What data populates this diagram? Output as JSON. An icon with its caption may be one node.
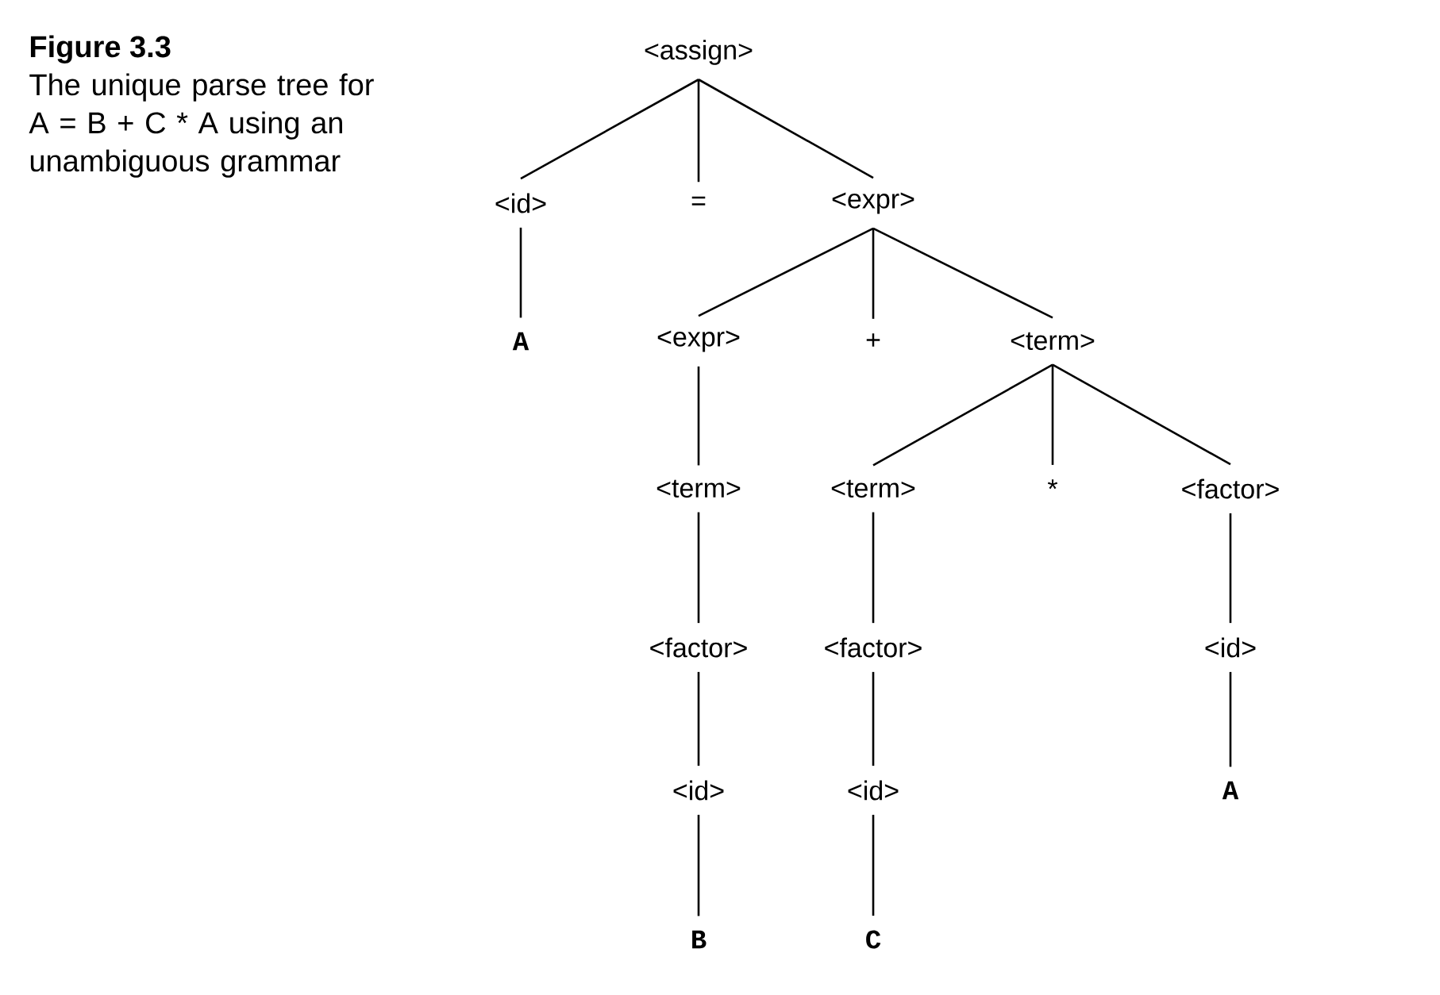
{
  "diagram": {
    "title": "Figure 3.3",
    "caption": "The unique parse tree for A = B + C * A using an unambiguous grammar",
    "nodes": [
      {
        "text": [
          "<assign>"
        ]
      },
      {
        "text": [
          "<id>"
        ]
      },
      {
        "text": [
          "="
        ]
      },
      {
        "text": [
          "<expr>"
        ]
      },
      {
        "text": [
          "A"
        ]
      },
      {
        "text": [
          "<expr>"
        ]
      },
      {
        "text": [
          "+"
        ]
      },
      {
        "text": [
          "<term>"
        ]
      },
      {
        "text": [
          "<term>"
        ]
      },
      {
        "text": [
          "<term>"
        ]
      },
      {
        "text": [
          "*"
        ]
      },
      {
        "text": [
          "<factor>"
        ]
      },
      {
        "text": [
          "<factor>"
        ]
      },
      {
        "text": [
          "<factor>"
        ]
      },
      {
        "text": [
          "<id>"
        ]
      },
      {
        "text": [
          "<id>"
        ]
      },
      {
        "text": [
          "<id>"
        ]
      },
      {
        "text": [
          "A"
        ]
      },
      {
        "text": [
          "B"
        ]
      },
      {
        "text": [
          "C"
        ]
      }
    ],
    "edges": [
      {
        "from": 0,
        "to": 1,
        "arrow": "none"
      },
      {
        "from": 0,
        "to": 2,
        "arrow": "none"
      },
      {
        "from": 0,
        "to": 3,
        "arrow": "none"
      },
      {
        "from": 1,
        "to": 4,
        "arrow": "none"
      },
      {
        "from": 3,
        "to": 5,
        "arrow": "none"
      },
      {
        "from": 3,
        "to": 6,
        "arrow": "none"
      },
      {
        "from": 3,
        "to": 7,
        "arrow": "none"
      },
      {
        "from": 5,
        "to": 8,
        "arrow": "none"
      },
      {
        "from": 7,
        "to": 9,
        "arrow": "none"
      },
      {
        "from": 7,
        "to": 10,
        "arrow": "none"
      },
      {
        "from": 7,
        "to": 11,
        "arrow": "none"
      },
      {
        "from": 8,
        "to": 12,
        "arrow": "none"
      },
      {
        "from": 9,
        "to": 13,
        "arrow": "none"
      },
      {
        "from": 11,
        "to": 14,
        "arrow": "none"
      },
      {
        "from": 12,
        "to": 15,
        "arrow": "none"
      },
      {
        "from": 13,
        "to": 16,
        "arrow": "none"
      },
      {
        "from": 14,
        "to": 17,
        "arrow": "none"
      },
      {
        "from": 15,
        "to": 18,
        "arrow": "none"
      },
      {
        "from": 16,
        "to": 19,
        "arrow": "none"
      }
    ]
  }
}
